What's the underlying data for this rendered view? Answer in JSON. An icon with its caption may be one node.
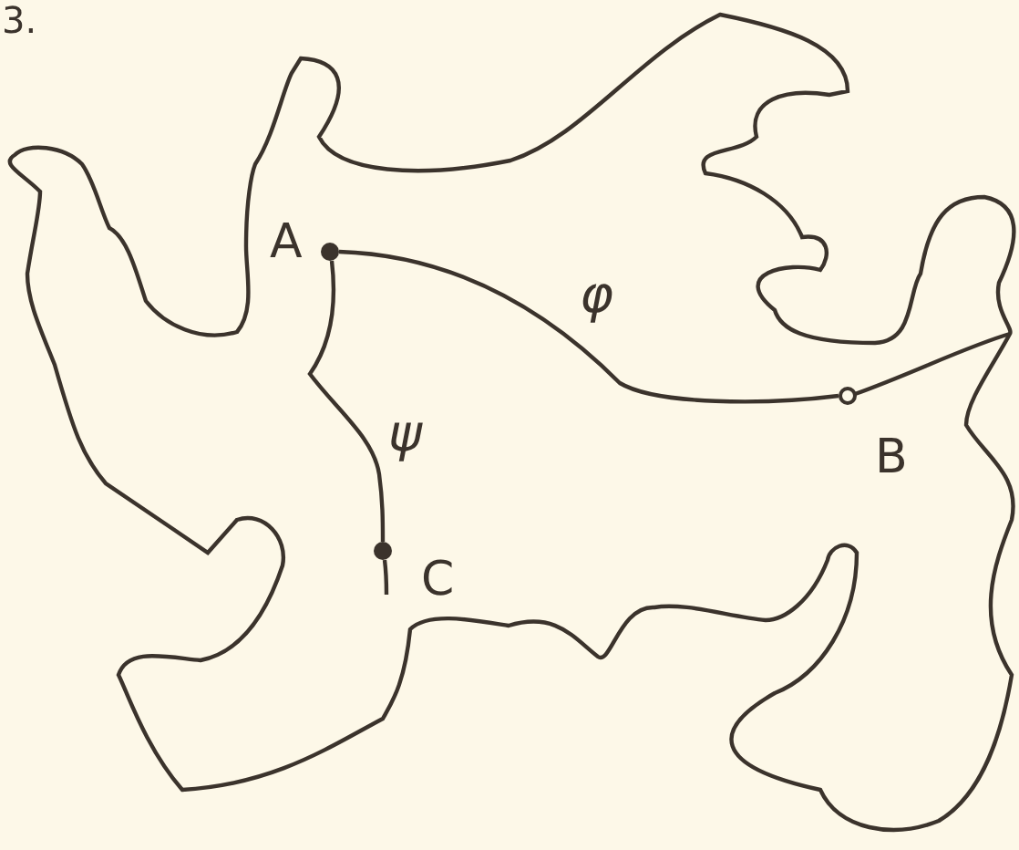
{
  "diagram": {
    "nodes": [
      {
        "text": [
          "A"
        ]
      },
      {
        "text": [
          "B"
        ]
      },
      {
        "text": [
          "C"
        ]
      }
    ],
    "edges": [
      {
        "from": 0,
        "to": 1,
        "arrow": "none",
        "label": "φ"
      },
      {
        "from": 0,
        "to": 2,
        "arrow": "none",
        "label": "ψ"
      }
    ],
    "labels": [
      "3."
    ]
  }
}
